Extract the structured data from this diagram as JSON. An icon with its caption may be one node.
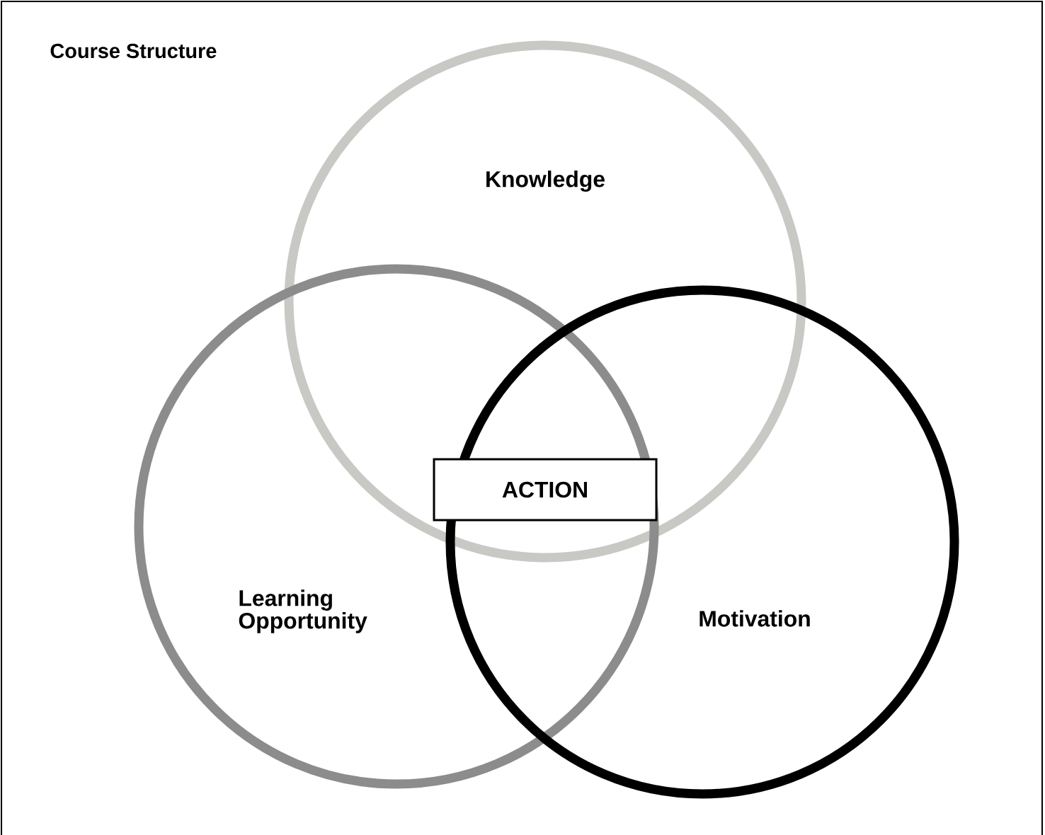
{
  "diagram": {
    "title": "Course Structure",
    "nodes": [
      {
        "text": [
          "Knowledge"
        ]
      },
      {
        "text": [
          "ACTION"
        ]
      },
      {
        "text": [
          "Learning Opportunity"
        ]
      },
      {
        "text": [
          "Motivation"
        ]
      }
    ]
  }
}
